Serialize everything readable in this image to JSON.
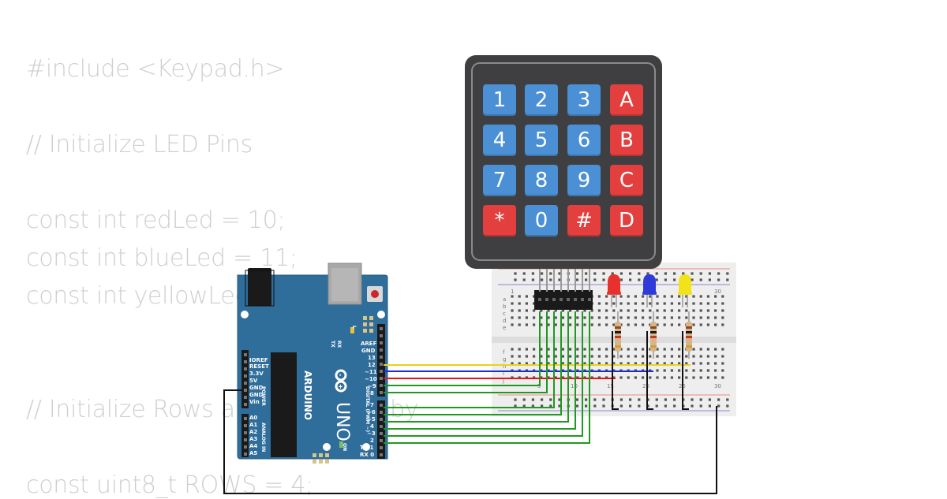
{
  "code": {
    "lines": [
      "#include <Keypad.h>",
      "// Initialize LED Pins",
      "const int redLed = 10;",
      "const int blueLed = 11;",
      "const int yellowLed",
      "// Initialize Rows and    of type  by",
      "const uint8_t ROWS = 4;"
    ]
  },
  "keypad": {
    "keys": [
      "1",
      "2",
      "3",
      "A",
      "4",
      "5",
      "6",
      "B",
      "7",
      "8",
      "9",
      "C",
      "*",
      "0",
      "#",
      "D"
    ],
    "colors": {
      "number": "#4b8fd5",
      "letter": "#e33f3f",
      "body": "#3f3f41"
    }
  },
  "arduino": {
    "brand": "ARDUINO",
    "model": "UNO",
    "header_right_top": [
      "AREF",
      "GND",
      "13",
      "12",
      "~11",
      "~10",
      "~9",
      "8"
    ],
    "header_right_bottom": [
      "7",
      "~6",
      "~5",
      "4",
      "~3",
      "2",
      "TX 1",
      "RX 0"
    ],
    "header_left_power": [
      "IOREF",
      "RESET",
      "3.3V",
      "5V",
      "GND",
      "GND",
      "Vin"
    ],
    "header_left_analog": [
      "A0",
      "A1",
      "A2",
      "A3",
      "A4",
      "A5"
    ],
    "digital_label": "DIGITAL (PWM ~)",
    "power_label": "POWER",
    "analog_label": "ANALOG IN",
    "tx_label": "TX",
    "rx_label": "RX",
    "l_label": "L",
    "on_label": "ON",
    "color": "#2f6d9b"
  },
  "breadboard": {
    "row_letters_top": [
      "a",
      "b",
      "c",
      "d",
      "e"
    ],
    "row_letters_bottom": [
      "f",
      "g",
      "h",
      "i",
      "j"
    ],
    "col_numbers": [
      "1",
      "5",
      "10",
      "15",
      "20",
      "25",
      "30"
    ]
  },
  "leds": [
    {
      "name": "red",
      "color": "#e8302c"
    },
    {
      "name": "blue",
      "color": "#2f3bd9"
    },
    {
      "name": "yellow",
      "color": "#f2e21a"
    }
  ],
  "wires": {
    "yellow": "#e8d21a",
    "blue": "#1c2bd6",
    "red": "#e0161a",
    "green": "#1e9a1e",
    "black": "#111111"
  }
}
